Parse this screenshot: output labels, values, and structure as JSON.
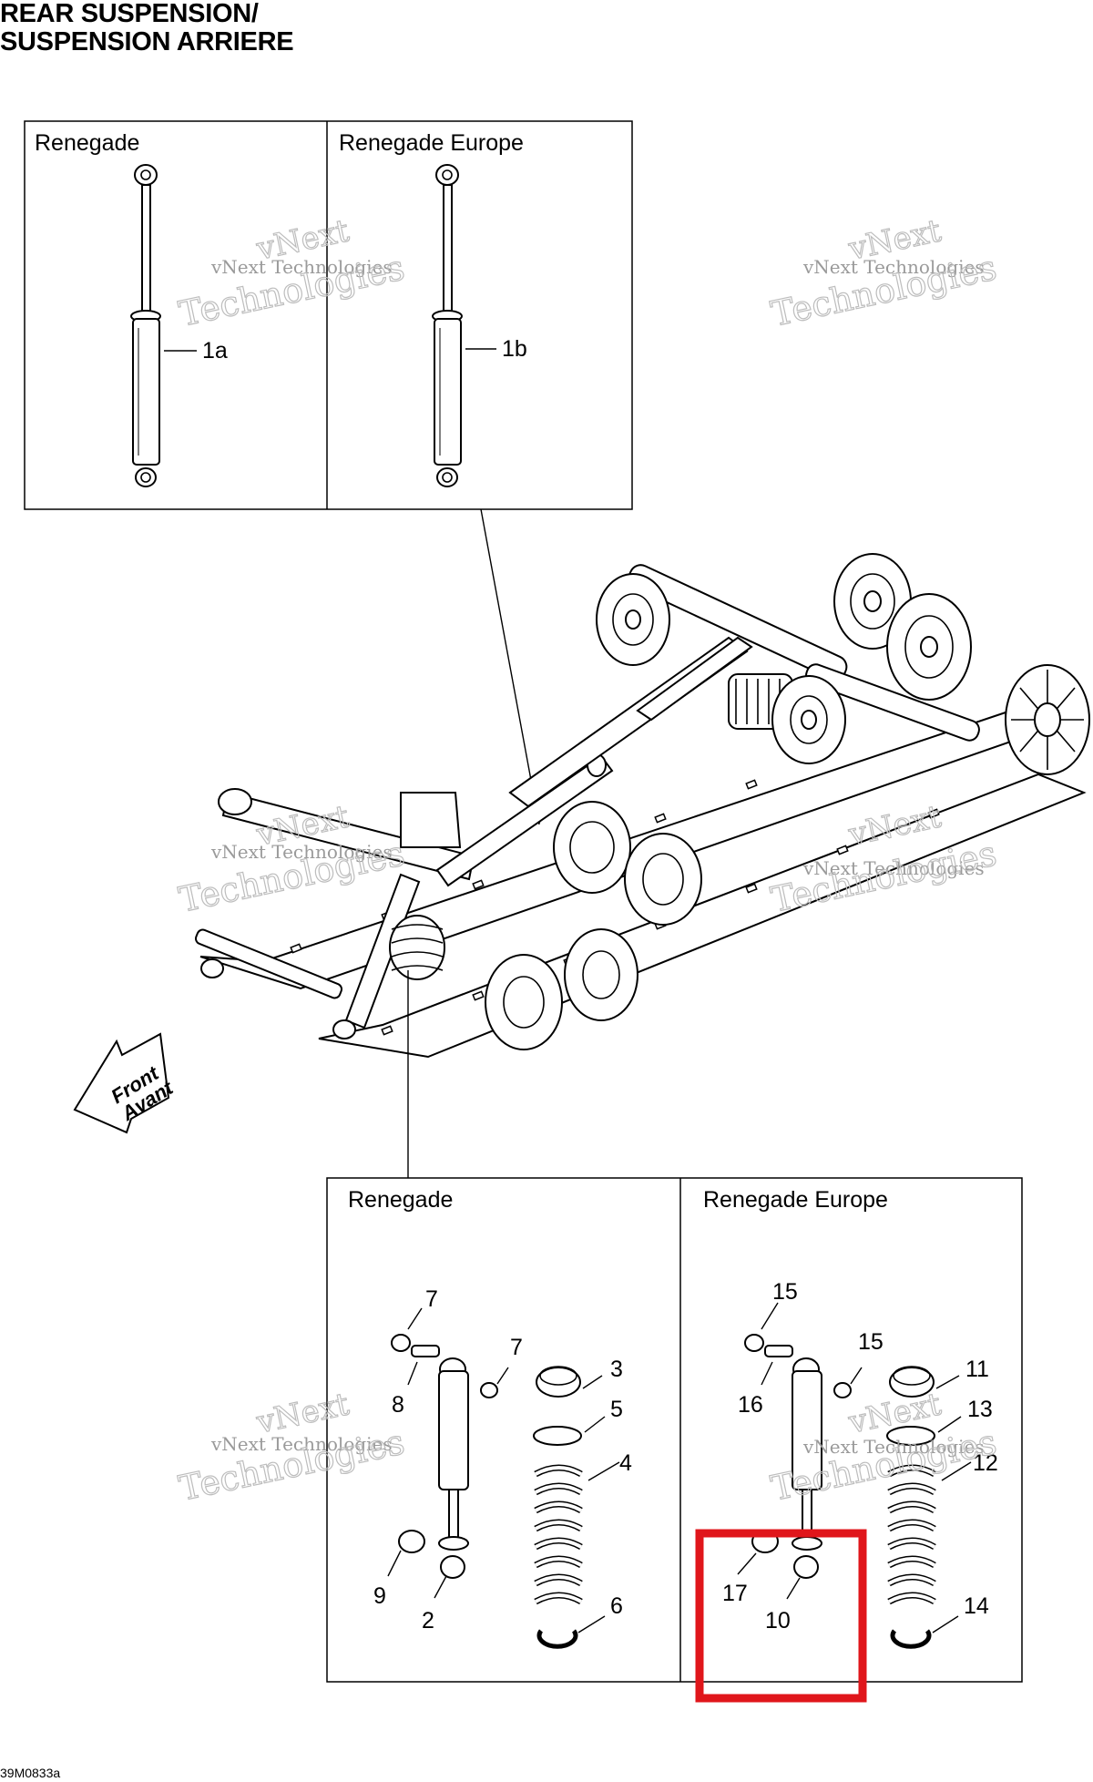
{
  "title": {
    "line1": "REAR SUSPENSION/",
    "line2": "SUSPENSION ARRIERE"
  },
  "drawing_code": "39M0833a",
  "top_panels": {
    "left_label": "Renegade",
    "right_label": "Renegade Europe"
  },
  "bottom_panels": {
    "left_label": "Renegade",
    "right_label": "Renegade Europe"
  },
  "front_arrow": {
    "line1": "Front",
    "line2": "Avant"
  },
  "watermark": {
    "line1": "vNext",
    "line2": "vNext Technologies",
    "line3": "Technologies"
  },
  "callouts": {
    "c1a": "1a",
    "c1b": "1b",
    "c7a": "7",
    "c7b": "7",
    "c8": "8",
    "c9": "9",
    "c2": "2",
    "c3": "3",
    "c5": "5",
    "c4": "4",
    "c6": "6",
    "c15a": "15",
    "c15b": "15",
    "c16": "16",
    "c11": "11",
    "c13": "13",
    "c12": "12",
    "c17": "17",
    "c10": "10",
    "c14": "14"
  },
  "highlight": {
    "color": "#e0161b"
  }
}
